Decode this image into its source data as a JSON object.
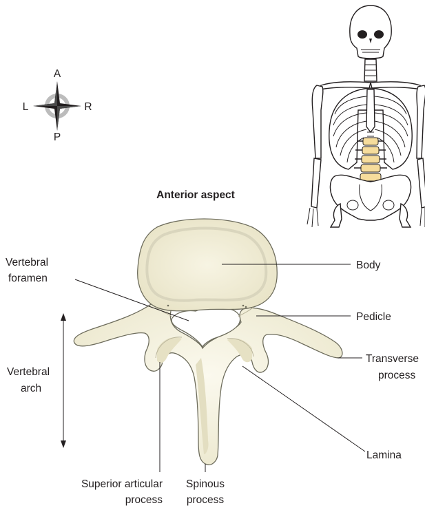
{
  "compass": {
    "anterior": "A",
    "posterior": "P",
    "left": "L",
    "right": "R"
  },
  "heading": "Anterior aspect",
  "labels": {
    "vertebral_foramen_line1": "Vertebral",
    "vertebral_foramen_line2": "foramen",
    "body": "Body",
    "pedicle": "Pedicle",
    "transverse_process_line1": "Transverse",
    "transverse_process_line2": "process",
    "vertebral_arch_line1": "Vertebral",
    "vertebral_arch_line2": "arch",
    "lamina": "Lamina",
    "superior_articular_line1": "Superior articular",
    "superior_articular_line2": "process",
    "spinous_process_line1": "Spinous",
    "spinous_process_line2": "process"
  },
  "colors": {
    "bone_fill": "#f3f0dd",
    "bone_shadow": "#d9d5bd",
    "highlight_vertebrae": "#f6dc9c",
    "line": "#231f20",
    "compass_ring": "#bcbcbc"
  }
}
